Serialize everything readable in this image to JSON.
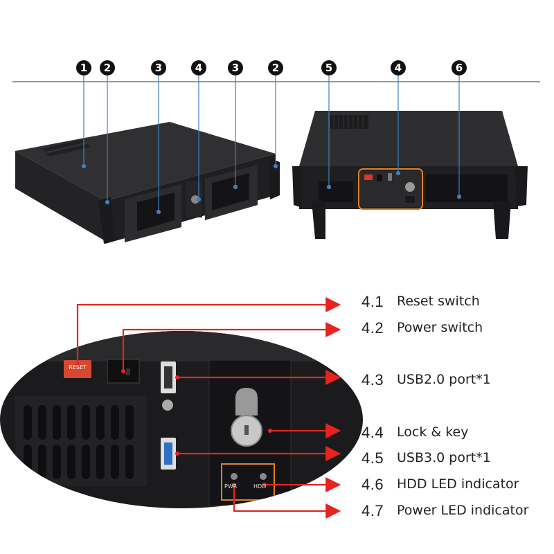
{
  "top_callouts": [
    "1",
    "2",
    "3",
    "4",
    "3",
    "2",
    "5",
    "4",
    "6"
  ],
  "panel_text": {
    "reset_button": "RESET",
    "pwr_led": "PWR",
    "hdd_led": "HDD"
  },
  "legend": [
    {
      "num": "4.1",
      "text": "Reset switch"
    },
    {
      "num": "4.2",
      "text": "Power switch"
    },
    {
      "num": "4.3",
      "text": "USB2.0 port*1"
    },
    {
      "num": "4.4",
      "text": "Lock & key"
    },
    {
      "num": "4.5",
      "text": "USB3.0 port*1"
    },
    {
      "num": "4.6",
      "text": "HDD LED indicator"
    },
    {
      "num": "4.7",
      "text": "Power LED indicator"
    }
  ],
  "colors": {
    "leader_blue": "#3f7fc0",
    "leader_red": "#e8231f",
    "highlight_orange": "#e0802a",
    "chassis": "#2b2b2d"
  }
}
